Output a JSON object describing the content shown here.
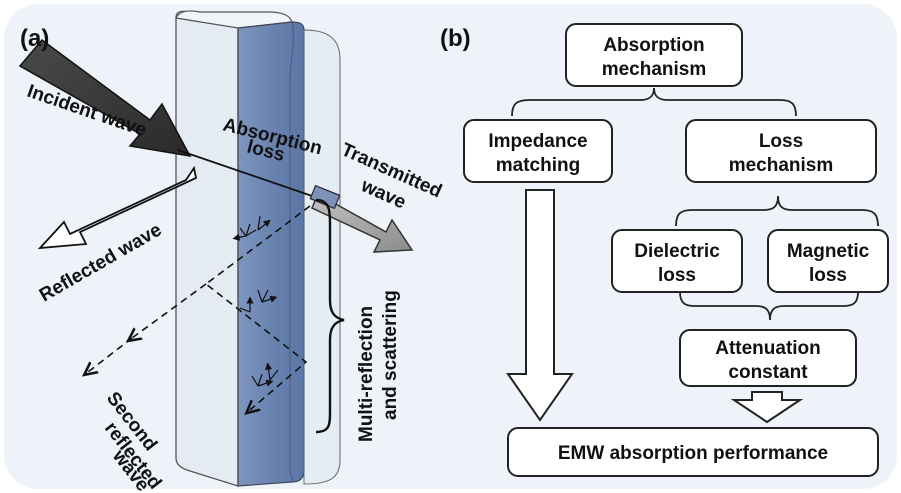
{
  "panel_a": {
    "label": "(a)",
    "incident_wave": "Incident wave",
    "absorption_loss": [
      "Absorption",
      "loss"
    ],
    "transmitted_wave": [
      "Transmitted",
      "wave"
    ],
    "reflected_wave": "Reflected wave",
    "multi_reflection": [
      "Multi-reflection",
      "and scattering"
    ],
    "second_reflected": [
      "Second",
      "reflected",
      "wave"
    ]
  },
  "panel_b": {
    "label": "(b)",
    "absorption_mechanism": [
      "Absorption",
      "mechanism"
    ],
    "impedance_matching": [
      "Impedance",
      "matching"
    ],
    "loss_mechanism": [
      "Loss",
      "mechanism"
    ],
    "dielectric_loss": [
      "Dielectric",
      "loss"
    ],
    "magnetic_loss": [
      "Magnetic",
      "loss"
    ],
    "attenuation_constant": [
      "Attenuation",
      "constant"
    ],
    "emw_performance": "EMW absorption performance"
  },
  "colors": {
    "background": "#eef3f9",
    "slab_front": "#6c86b3",
    "slab_glass": "#e6edf5",
    "incident_arrow": "#3d3d3d",
    "transmitted_arrow": "#a6a6a6",
    "box_border": "#222222"
  }
}
